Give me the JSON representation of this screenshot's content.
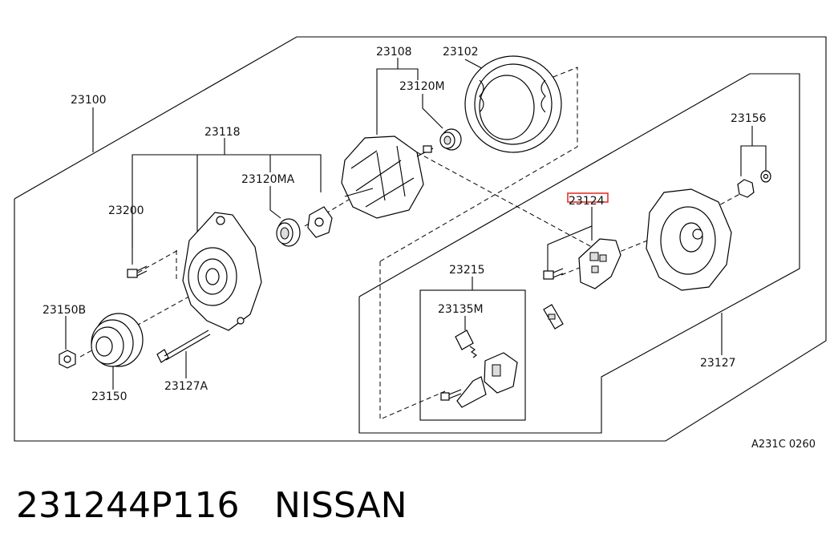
{
  "labels": {
    "l23100": "23100",
    "l23108": "23108",
    "l23102": "23102",
    "l23120M": "23120M",
    "l23118": "23118",
    "l23120MA": "23120MA",
    "l23200": "23200",
    "l23156": "23156",
    "l23124": "23124",
    "l23215": "23215",
    "l23135M": "23135M",
    "l23150B": "23150B",
    "l23150": "23150",
    "l23127A": "23127A",
    "l23127": "23127"
  },
  "reference_code": "A231C 0260",
  "caption": {
    "part_number": "231244P116",
    "brand": "NISSAN"
  },
  "highlight_color": "#e8322c"
}
